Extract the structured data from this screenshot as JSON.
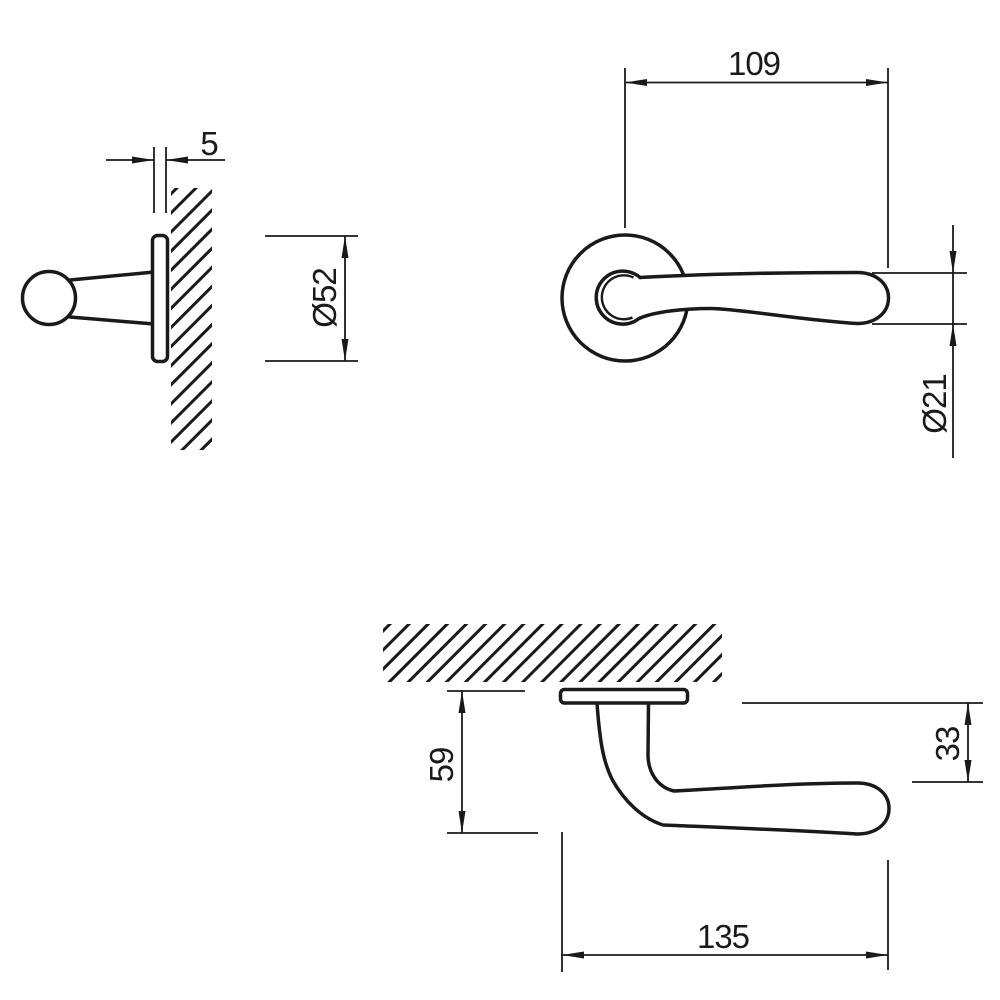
{
  "drawing": {
    "type": "technical-dimension-drawing",
    "subject": "door lever handle with round rosette, three orthographic views",
    "colors": {
      "background": "#ffffff",
      "ink": "#1a1a1a"
    },
    "views": {
      "side_view": "knob/lever seen from the side mounted on hatched wall",
      "front_view": "lever and rosette seen from the front",
      "top_view": "lever seen from above mounted on hatched door"
    },
    "dims": {
      "rosette_thickness": "5",
      "rosette_diameter": "Ø52",
      "center_to_tip": "109",
      "grip_diameter": "Ø21",
      "projection_depth": "59",
      "grip_clearance": "33",
      "overall_length": "135"
    }
  }
}
